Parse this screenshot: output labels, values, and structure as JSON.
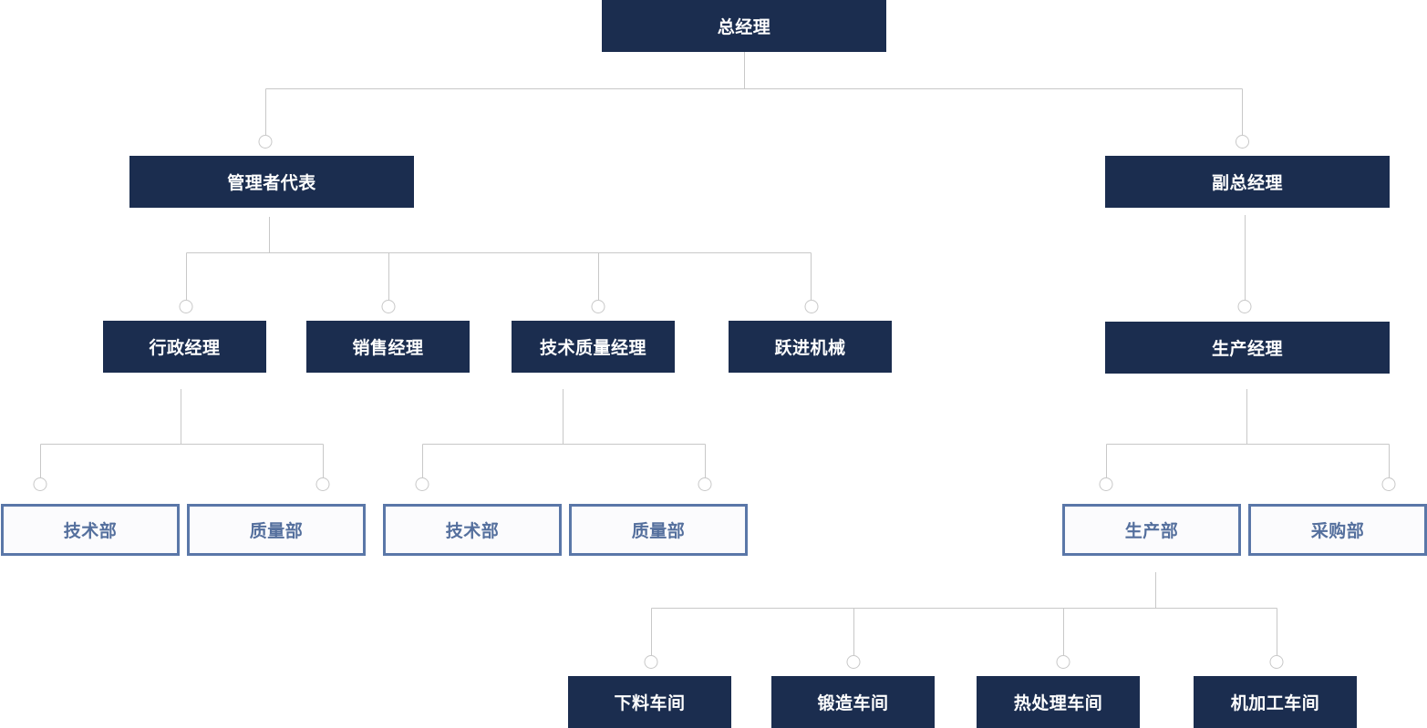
{
  "org_chart": {
    "root": "总经理",
    "level1": {
      "left": "管理者代表",
      "right": "副总经理"
    },
    "level2": {
      "admin_manager": "行政经理",
      "sales_manager": "销售经理",
      "tech_quality_manager": "技术质量经理",
      "yuejin_machinery": "跃进机械",
      "production_manager": "生产经理"
    },
    "level3": {
      "admin_tech_dept": "技术部",
      "admin_quality_dept": "质量部",
      "tq_tech_dept": "技术部",
      "tq_quality_dept": "质量部",
      "production_dept": "生产部",
      "purchasing_dept": "采购部"
    },
    "level4": {
      "cutting_workshop": "下料车间",
      "forging_workshop": "锻造车间",
      "heat_treatment_workshop": "热处理车间",
      "machining_workshop": "机加工车间"
    }
  },
  "colors": {
    "dark_box": "#1b2d4f",
    "light_box_border": "#5a77a8",
    "light_box_text": "#546f9d",
    "connector": "#c8c8c8"
  }
}
